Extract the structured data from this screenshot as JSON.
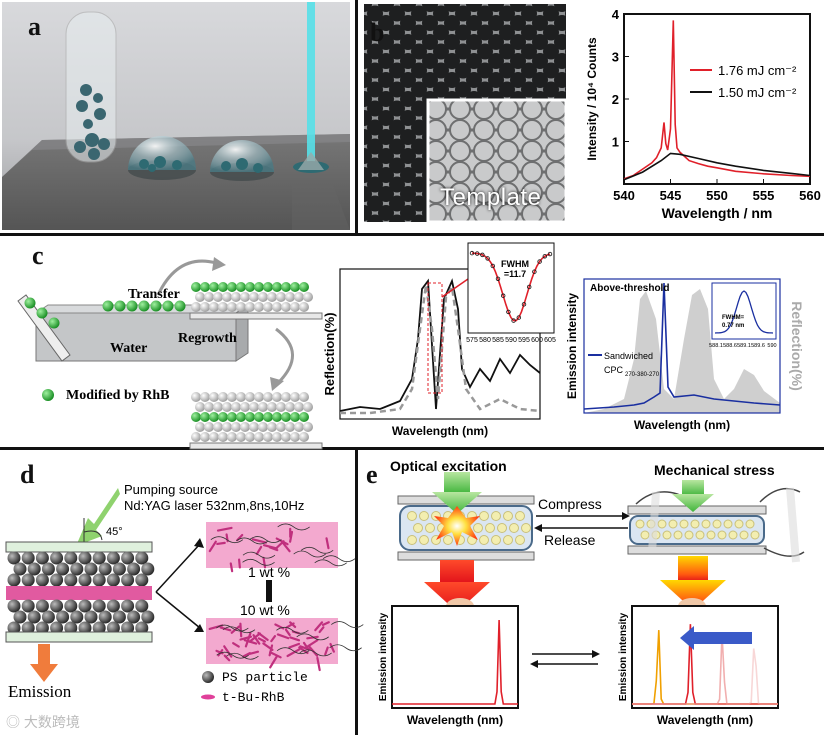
{
  "panels": {
    "a": {
      "label": "a"
    },
    "b": {
      "label": "b",
      "template_text": "Template",
      "chart_data": {
        "type": "line",
        "xlabel": "Wavelength / nm",
        "ylabel": "Intensity / 10⁴ Counts",
        "xlim": [
          540,
          560
        ],
        "ylim": [
          0,
          4
        ],
        "xticks": [
          540,
          545,
          550,
          555,
          560
        ],
        "yticks": [
          1,
          2,
          3,
          4
        ],
        "legend_position": "top-right",
        "series": [
          {
            "name": "1.76 mJ cm⁻²",
            "color": "#e0202a",
            "x": [
              540,
              541,
              542,
              543,
              543.5,
              544,
              544.3,
              544.5,
              544.7,
              545,
              545.3,
              545.5,
              545.7,
              546,
              546.5,
              547,
              548,
              549,
              550,
              552,
              555,
              558,
              560
            ],
            "y": [
              0.12,
              0.2,
              0.35,
              0.5,
              0.62,
              0.85,
              1.45,
              0.95,
              0.8,
              1.3,
              3.85,
              1.4,
              0.85,
              0.75,
              0.65,
              0.55,
              0.48,
              0.42,
              0.38,
              0.3,
              0.24,
              0.2,
              0.18
            ]
          },
          {
            "name": "1.50 mJ cm⁻²",
            "color": "#111111",
            "x": [
              540,
              542,
              544,
              545,
              546,
              548,
              550,
              552,
              555,
              558,
              560
            ],
            "y": [
              0.1,
              0.28,
              0.55,
              0.72,
              0.7,
              0.6,
              0.5,
              0.42,
              0.32,
              0.25,
              0.2
            ]
          }
        ]
      }
    },
    "c": {
      "label": "c",
      "transfer": "Transfer",
      "water": "Water",
      "regrowth": "Regrowth",
      "modified": "Modified by RhB",
      "reflection_chart": {
        "xlabel": "Wavelength (nm)",
        "ylabel": "Reflection(%)",
        "inset_fwhm": "FWHM",
        "inset_value": "=11.7",
        "inset_ticks": [
          "575",
          "580",
          "585",
          "590",
          "595",
          "600",
          "605"
        ]
      },
      "emission_chart": {
        "xlabel": "Wavelength (nm)",
        "ylabel": "Emission intensity",
        "ylabel_right": "Reflection(%)",
        "above_threshold": "Above-threshold",
        "legend": "Sandwiched",
        "legend_sub": "CPC",
        "legend_sub2": "270-380-270",
        "inset_fwhm": "FWHM=",
        "inset_value": "0.77 nm",
        "inset_ticks": [
          "588.1",
          "588.6",
          "589.1",
          "589.6",
          "590"
        ]
      }
    },
    "d": {
      "label": "d",
      "pumping1": "Pumping source",
      "pumping2": "Nd:YAG laser 532nm,8ns,10Hz",
      "angle": "45°",
      "wt1": "1 wt %",
      "wt2": "10 wt %",
      "emission": "Emission",
      "legend_ps": "PS particle",
      "legend_rhb": "t-Bu-RhB"
    },
    "e": {
      "label": "e",
      "optical": "Optical excitation",
      "mechanical": "Mechanical stress",
      "compress": "Compress",
      "release": "Release",
      "ylabel": "Emission intensity",
      "xlabel": "Wavelength (nm)"
    }
  },
  "watermark": "大数跨境",
  "colors": {
    "red": "#e0202a",
    "blue": "#1a2fa0",
    "green": "#22aa33",
    "pink": "#e87fb8"
  }
}
